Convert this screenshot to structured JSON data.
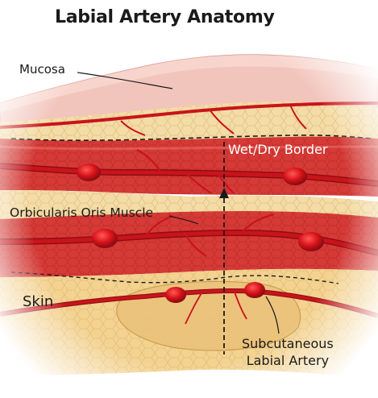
{
  "title": "Labial Artery Anatomy",
  "labels": {
    "mucosa": "Mucosa",
    "wet_dry_border": "Wet/Dry Border",
    "orbicularis_oris": "Orbicularis Oris Muscle",
    "skin": "Skin",
    "subcutaneous_artery": "Subcutaneous\nLabial Artery"
  },
  "colors": {
    "artery": "#c8141c",
    "artery_dark": "#8f0d12",
    "node": "#d8121a",
    "mucosa": "#f2c5bc",
    "fat": "#f4dca6",
    "muscle": "#d53a36",
    "skin": "#f4d28f"
  }
}
